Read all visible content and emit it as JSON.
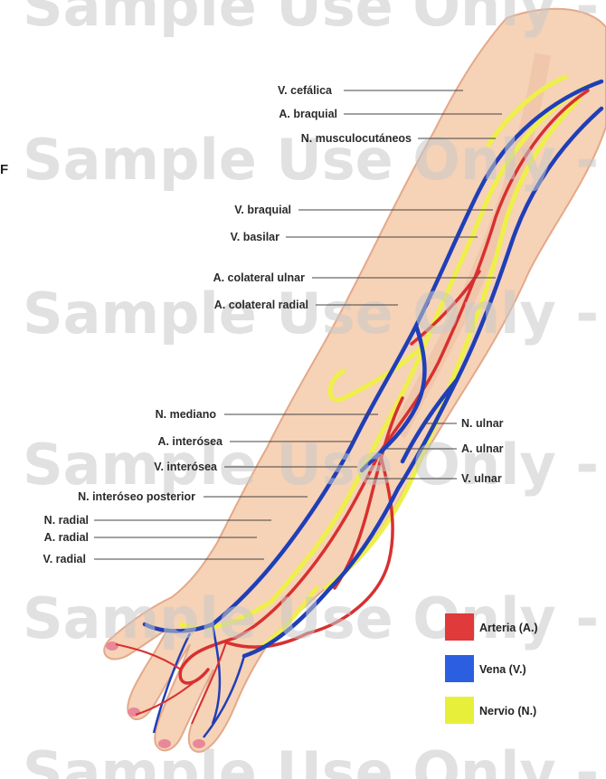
{
  "watermark": "Sample Use Only - C",
  "stray_letter": "F",
  "labels_left": [
    "V. cefálica",
    "A. braquial",
    "N. musculocutáneos",
    "V. braquial",
    "V. basilar",
    "A. colateral ulnar",
    "A. colateral radial",
    "N. mediano",
    "A. interósea",
    "V. interósea",
    "N. interóseo posterior",
    "N. radial",
    "A. radial",
    "V. radial"
  ],
  "labels_right": [
    "N. ulnar",
    "A. ulnar",
    "V. ulnar"
  ],
  "legend": [
    {
      "label": "Arteria (A.)",
      "color": "#e03a3a"
    },
    {
      "label": "Vena (V.)",
      "color": "#2c5fe0"
    },
    {
      "label": "Nervio (N.)",
      "color": "#e8ef3a"
    }
  ],
  "colors": {
    "skin": "#f6d2b6",
    "skin_shadow": "#e9b392",
    "artery": "#d83030",
    "vein": "#1f3fb8",
    "nerve": "#eef04a"
  }
}
